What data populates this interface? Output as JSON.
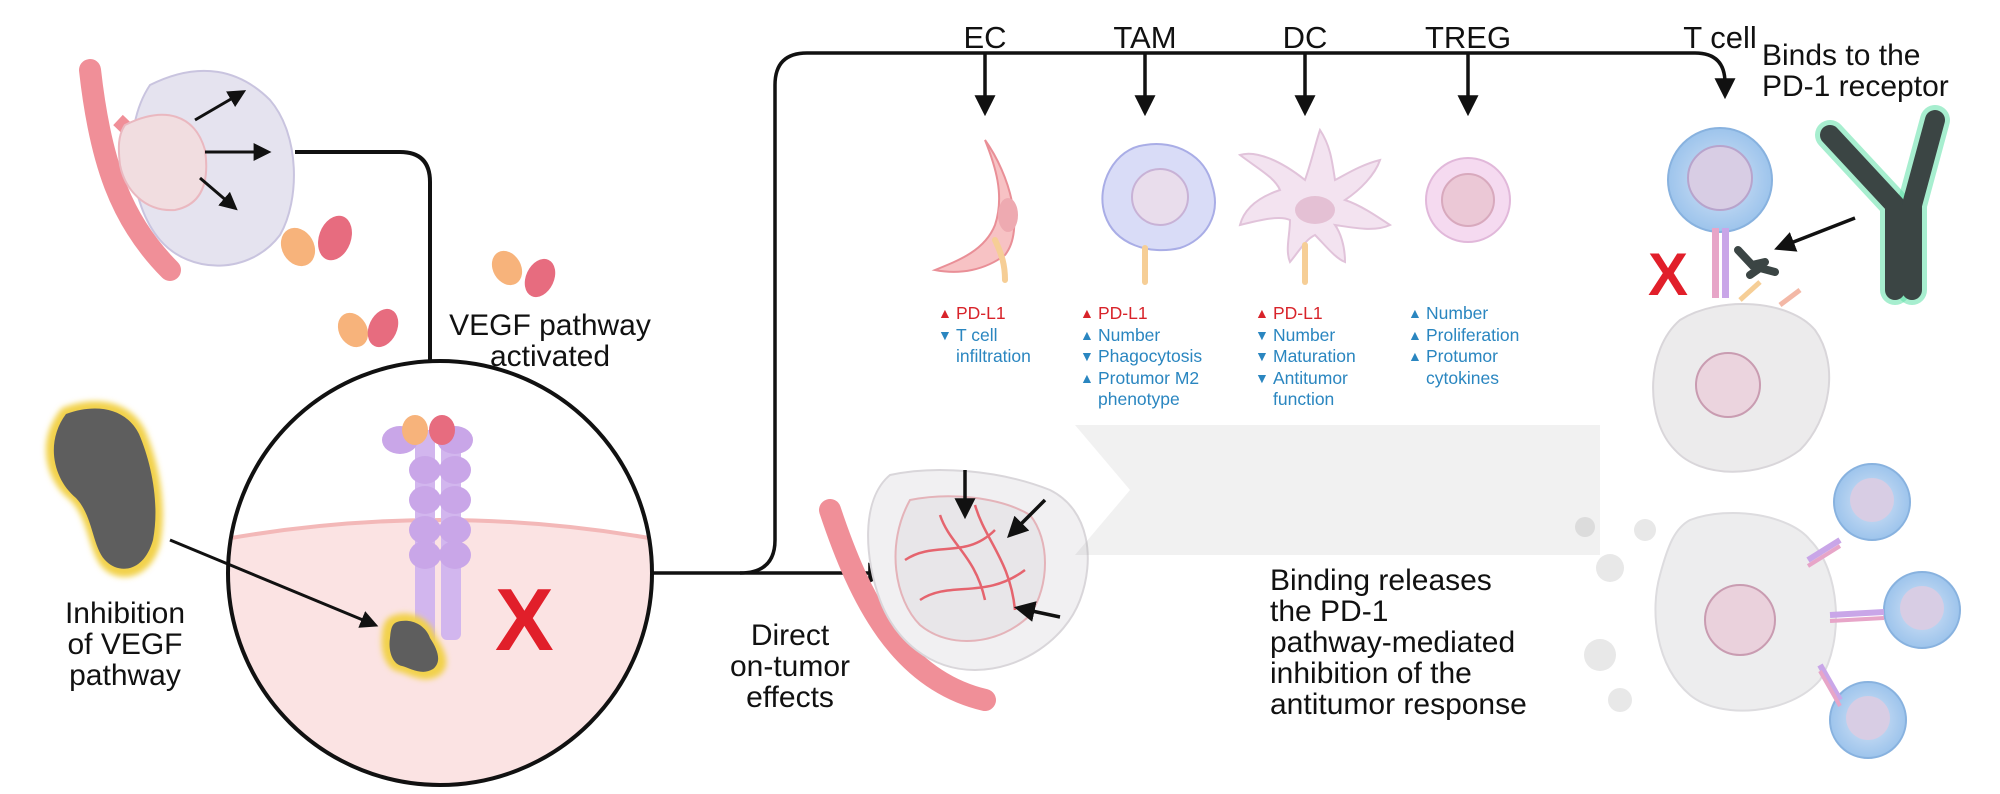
{
  "colors": {
    "line": "#111111",
    "red_x": "#e11f2a",
    "up_red": "#d8232a",
    "blue_text": "#2a86c0",
    "vessel": "#f08f98",
    "receptor": "#c9a6e8",
    "inhibitor": "#5e5e5e",
    "inhibitor_glow": "#f2d24b",
    "antibody": "#3b4544",
    "antibody_glow": "#5fe0a8"
  },
  "labels": {
    "vegf_activated": [
      "VEGF pathway",
      "activated"
    ],
    "inhibition": [
      "Inhibition",
      "of VEGF",
      "pathway"
    ],
    "direct": [
      "Direct",
      "on-tumor",
      "effects"
    ],
    "binds": [
      "Binds to the",
      "PD-1 receptor"
    ],
    "binding_releases": [
      "Binding releases",
      "the PD-1",
      "pathway-mediated",
      "inhibition of the",
      "antitumor response"
    ],
    "x_mark": "X"
  },
  "cells": [
    {
      "header": "EC",
      "markers": [
        {
          "dir": "up",
          "color": "red",
          "text": "PD-L1"
        },
        {
          "dir": "down",
          "color": "blue",
          "text": "T cell"
        },
        {
          "dir": "none",
          "color": "blue",
          "text": "infiltration"
        }
      ]
    },
    {
      "header": "TAM",
      "markers": [
        {
          "dir": "up",
          "color": "red",
          "text": "PD-L1"
        },
        {
          "dir": "up",
          "color": "blue",
          "text": "Number"
        },
        {
          "dir": "down",
          "color": "blue",
          "text": "Phagocytosis"
        },
        {
          "dir": "up",
          "color": "blue",
          "text": "Protumor M2"
        },
        {
          "dir": "none",
          "color": "blue",
          "text": "phenotype"
        }
      ]
    },
    {
      "header": "DC",
      "markers": [
        {
          "dir": "up",
          "color": "red",
          "text": "PD-L1"
        },
        {
          "dir": "down",
          "color": "blue",
          "text": "Number"
        },
        {
          "dir": "down",
          "color": "blue",
          "text": "Maturation"
        },
        {
          "dir": "down",
          "color": "blue",
          "text": "Antitumor"
        },
        {
          "dir": "none",
          "color": "blue",
          "text": "function"
        }
      ]
    },
    {
      "header": "TREG",
      "markers": [
        {
          "dir": "up",
          "color": "blue",
          "text": "Number"
        },
        {
          "dir": "up",
          "color": "blue",
          "text": "Proliferation"
        },
        {
          "dir": "up",
          "color": "blue",
          "text": "Protumor"
        },
        {
          "dir": "none",
          "color": "blue",
          "text": "cytokines"
        }
      ]
    },
    {
      "header": "T cell",
      "markers": []
    }
  ],
  "icons": {
    "up": "triangle-up-icon",
    "down": "triangle-down-icon"
  }
}
